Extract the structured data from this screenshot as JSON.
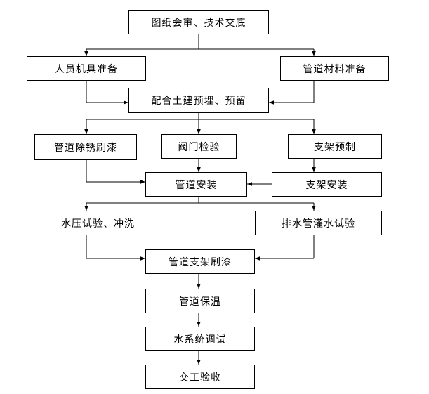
{
  "flow": {
    "design_review": "图纸会审、技术交底",
    "personnel_equipment": "人员机具准备",
    "pipe_material": "管道材料准备",
    "civil_embedding": "配合土建预埋、预留",
    "pipe_derust_paint": "管道除锈刷漆",
    "valve_inspection": "阀门检验",
    "bracket_prefab": "支架预制",
    "pipe_install": "管道安装",
    "bracket_install": "支架安装",
    "pressure_test_flush": "水压试验、冲洗",
    "drain_pipe_test": "排水管灌水试验",
    "bracket_paint": "管道支架刷漆",
    "pipe_insulation": "管道保温",
    "system_commissioning": "水系统调试",
    "handover": "交工验收"
  }
}
